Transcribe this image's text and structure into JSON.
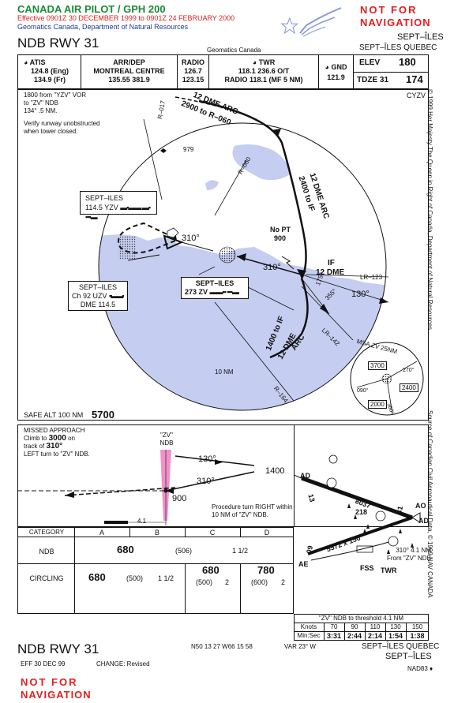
{
  "header": {
    "title": "CANADA AIR PILOT / GPH 200",
    "effective": "Effective 0901Z 30 DECEMBER 1999 to 0901Z 24 FEBRUARY 2000",
    "publisher": "Geomatics Canada, Department of Natural Resources",
    "not_for_1": "NOT FOR",
    "not_for_2": "NAVIGATION",
    "city": "SEPT–ÎLES",
    "procedure": "NDB RWY 31",
    "geomatics": "Geomatics Canada",
    "city_prov": "SEPT–ÎLES QUEBEC"
  },
  "comms": {
    "atis_label": "ATIS",
    "atis_1": "124.8 (Eng)",
    "atis_2": "134.9 (Fr)",
    "arrdep_label": "ARR/DEP",
    "arrdep_centre": "MONTREAL CENTRE",
    "arrdep_freq": "135.55   381.9",
    "radio_label": "RADIO",
    "radio_1": "126.7",
    "radio_2": "123.15",
    "twr_label": "TWR",
    "twr_1": "118.1   236.6 O/T",
    "twr_2": "RADIO 118.1 (MF 5 NM)",
    "gnd_label": "GND",
    "gnd_freq": "121.9",
    "elev_label": "ELEV",
    "elev_val": "180",
    "tdze_label": "TDZE  31",
    "tdze_val": "174"
  },
  "plan": {
    "note1": "1800 from \"YZV\" VOR",
    "note2": "to \"ZV\" NDB",
    "note3": "134°  .5 NM.",
    "note4": "Verify runway unobstructed",
    "note5": "when tower closed.",
    "ident": "CYZV",
    "arc1_a": "12 DME ARC",
    "arc1_b": "2900 to R–060",
    "arc2_a": "12 DME ARC",
    "arc2_b": "2400 to IF",
    "arc3_a": "1400 to IF",
    "arc3_b": "12 DME",
    "arc3_c": "ARC",
    "r017": "R–017",
    "r060": "R–060",
    "r142": "LR–142",
    "r123": "LR–123",
    "r164": "R–164",
    "elev979": "979",
    "nopt": "No PT",
    "nopt_alt": "900",
    "if_label": "IF",
    "if_dme": "12 DME",
    "crs310a": "310°",
    "crs310b": "310°",
    "crs130": "130°",
    "crs355": "355°",
    "crs175": "175°",
    "ten_nm": "10 NM",
    "vor_name": "SEPT–ILES",
    "vor_freq": "114.5  YZV",
    "ndb_name": "SEPT–ILES",
    "ndb_freq": "273  ZV",
    "uzv_name": "SEPT–ILES",
    "uzv_ch": "Ch 92  UZV",
    "uzv_dme": "DME 114.5",
    "msa_label": "MSA   ZV   25NM",
    "msa_1": "3700",
    "msa_2": "2400",
    "msa_3": "2000",
    "msa_r1": "270°",
    "msa_r2": "090°",
    "msa_r3": "360°",
    "safe_alt_label": "SAFE ALT 100 NM",
    "safe_alt_val": "5700",
    "copyright": "© 1999 Her Majesty The Queen in Right of Canada, Department of Natural Resources",
    "source": "Source of Canadian Civil Aeronautical Data, © 1999 NAV CANADA"
  },
  "profile": {
    "missed_1": "MISSED APPROACH",
    "missed_2": "Climb to",
    "missed_alt": "3000",
    "missed_3": "on",
    "missed_4": "track of",
    "missed_trk": "310°",
    "missed_5": "LEFT turn to \"ZV\" NDB.",
    "ndb_tag_1": "\"ZV\"",
    "ndb_tag_2": "NDB",
    "crs130": "130°",
    "crs310": "310°",
    "alt1400": "1400",
    "alt900": "900",
    "pt_note_1": "Procedure turn RIGHT within",
    "pt_note_2": "10 NM of \"ZV\" NDB.",
    "dist": "4.1"
  },
  "minimums": {
    "headers": [
      "CATEGORY",
      "A",
      "B",
      "C",
      "D"
    ],
    "ndb_label": "NDB",
    "ndb_mda": "680",
    "ndb_hat": "(506)",
    "ndb_vis": "1  1/2",
    "circ_label": "CIRCLING",
    "circ_ab_mda": "680",
    "circ_ab_hat": "(500)",
    "circ_ab_vis": "1  1/2",
    "circ_c_mda": "680",
    "circ_c_hat": "(500)",
    "circ_c_vis": "2",
    "circ_d_mda": "780",
    "circ_d_hat": "(600)",
    "circ_d_vis": "2"
  },
  "aerodrome": {
    "rwy_main": "8037",
    "rwy_sec": "5572 x 150",
    "rwy_13": "13",
    "rwy_31": "31",
    "rwy_09": "09",
    "ad1": "AD",
    "ad2": "AD",
    "ao": "AO",
    "ae": "AE",
    "elev218": "218",
    "fss": "FSS",
    "twr": "TWR",
    "dist_1": "310°  4.1 NM",
    "dist_2": "From \"ZV\" NDB"
  },
  "timing": {
    "caption": "\"ZV\" NDB to threshold 4.1 NM",
    "knots_label": "Knots",
    "knots": [
      "70",
      "90",
      "110",
      "130",
      "150"
    ],
    "time_label": "Min:Sec",
    "times": [
      "3:31",
      "2:44",
      "2:14",
      "1:54",
      "1:38"
    ]
  },
  "footer": {
    "procedure": "NDB RWY 31",
    "coords": "N50 13 27  W66 15 58",
    "var": "VAR 23°  W",
    "city_prov": "SEPT–ÎLES  QUEBEC",
    "city": "SEPT–ÎLES",
    "eff": "EFF 30 DEC 99",
    "change": "CHANGE: Revised",
    "ref": "NAD83 ♦",
    "not_for_1": "NOT FOR",
    "not_for_2": "NAVIGATION"
  },
  "colors": {
    "water": "#c5cdf0",
    "green": "#1a8a3a",
    "red": "#e02020",
    "pink": "#f090c8"
  }
}
